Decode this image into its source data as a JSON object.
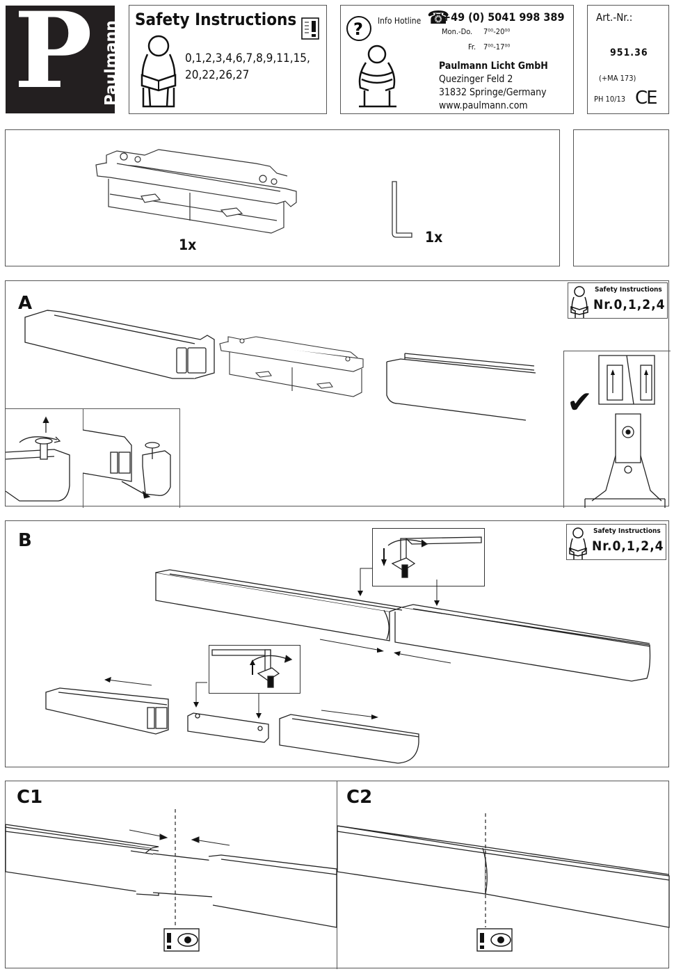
{
  "header": {
    "logo": {
      "letter": "P",
      "brand": "Paulmann"
    },
    "safety": {
      "title": "Safety Instructions",
      "numbers_line1": "0,1,2,3,4,6,7,8,9,11,15,",
      "numbers_line2": "20,22,26,27"
    },
    "hotline": {
      "label": "Info Hotline",
      "phone": "+49 (0) 5041 998 389",
      "hours_weekday_label": "Mon.-Do.",
      "hours_weekday": "7⁰⁰-20⁰⁰",
      "hours_friday_label": "Fr.",
      "hours_friday": "7⁰⁰-17⁰⁰",
      "company": "Paulmann Licht GmbH",
      "street": "Quezinger Feld 2",
      "city": "31832 Springe/Germany",
      "web": "www.paulmann.com"
    },
    "article": {
      "label": "Art.-Nr.:",
      "number": "951.36",
      "ma": "(+MA 173)",
      "ph": "PH 10/13",
      "ce": "CE"
    }
  },
  "contents": {
    "connector_qty": "1x",
    "key_qty": "1x"
  },
  "sections": {
    "a_label": "A",
    "b_label": "B",
    "c1_label": "C1",
    "c2_label": "C2",
    "safety_badge_title": "Safety Instructions",
    "safety_badge_nr": "Nr.0,1,2,4"
  }
}
